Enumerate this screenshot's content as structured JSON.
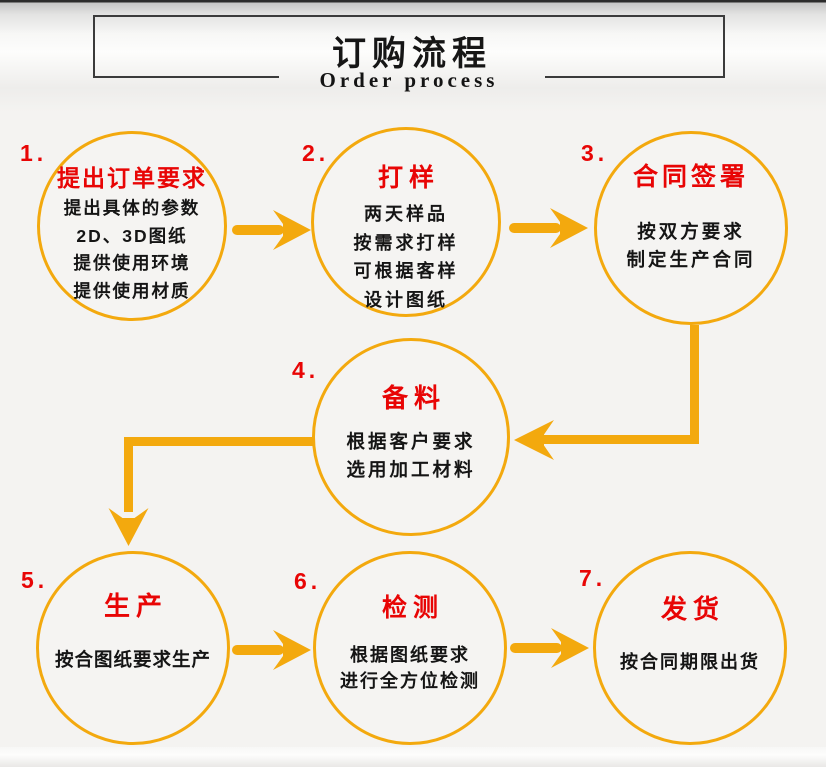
{
  "header": {
    "title": "订购流程",
    "subtitle": "Order process"
  },
  "steps": [
    {
      "num": "1.",
      "title": "提出订单要求",
      "lines": [
        "提出具体的参数",
        "2D、3D图纸",
        "提供使用环境",
        "提供使用材质"
      ]
    },
    {
      "num": "2.",
      "title": "打样",
      "lines": [
        "两天样品",
        "按需求打样",
        "可根据客样",
        "设计图纸"
      ]
    },
    {
      "num": "3.",
      "title": "合同签署",
      "lines": [
        "按双方要求",
        "制定生产合同"
      ]
    },
    {
      "num": "4.",
      "title": "备料",
      "lines": [
        "根据客户要求",
        "选用加工材料"
      ]
    },
    {
      "num": "5.",
      "title": "生产",
      "lines": [
        "按合图纸要求生产"
      ]
    },
    {
      "num": "6.",
      "title": "检测",
      "lines": [
        "根据图纸要求",
        "进行全方位检测"
      ]
    },
    {
      "num": "7.",
      "title": "发货",
      "lines": [
        "按合同期限出货"
      ]
    }
  ],
  "colors": {
    "amber": "#F3A90E",
    "red": "#E80505",
    "text": "#151515",
    "frame": "#3B3B3B"
  }
}
